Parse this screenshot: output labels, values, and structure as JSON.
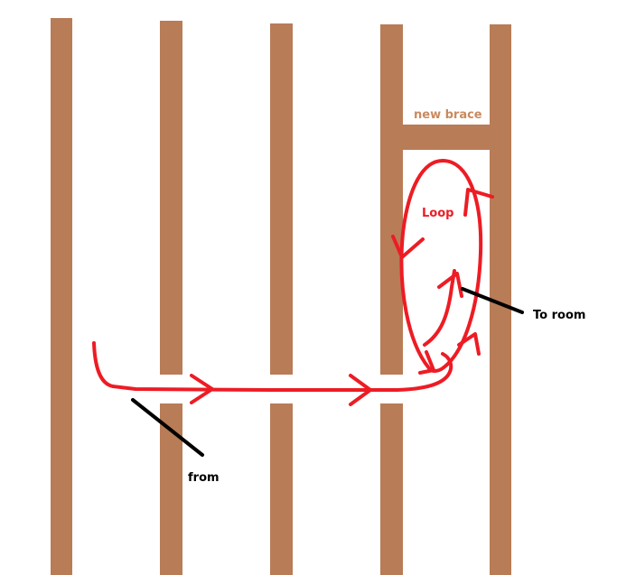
{
  "colors": {
    "stud": "#b87c57",
    "wire": "#ed1c24",
    "pointer": "#000000",
    "brace_label": "#c98a5e",
    "loop_label": "#ed1c24",
    "background": "#ffffff"
  },
  "labels": {
    "new_brace": "new brace",
    "loop": "Loop",
    "to_room": "To room",
    "from": "from"
  }
}
